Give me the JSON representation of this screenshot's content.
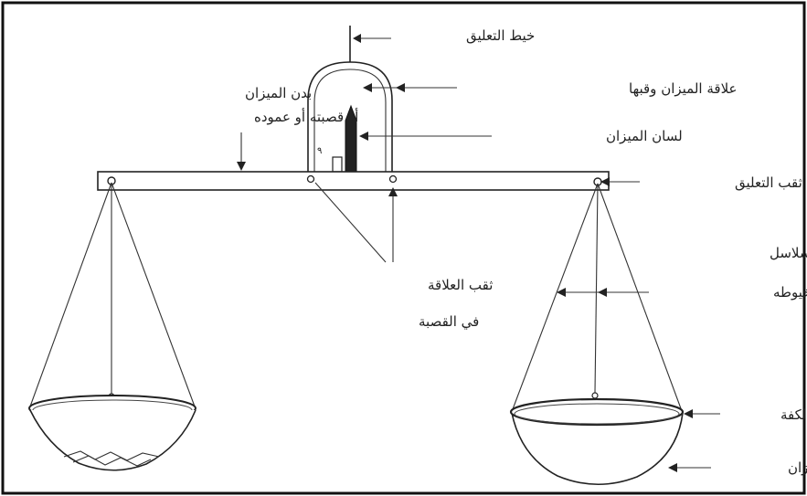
{
  "labels": {
    "suspension_thread": "خيط التعليق",
    "handle": "علاقة الميزان وقبها",
    "beam_line1": "بدن الميزان",
    "beam_line2": "أو قصبته أو عموده",
    "tongue": "لسان الميزان",
    "hanging_hole": "ثقب التعليق",
    "handle_hole_line1": "ثقب العلاقة",
    "handle_hole_line2": "في القصبة",
    "chains_line1": "سلاسل",
    "chains_line2": "الميزان أوخيوطه",
    "pan_hole": "ثقب الكفة",
    "pan": "كفة الميزان",
    "small_mark": "٩"
  }
}
